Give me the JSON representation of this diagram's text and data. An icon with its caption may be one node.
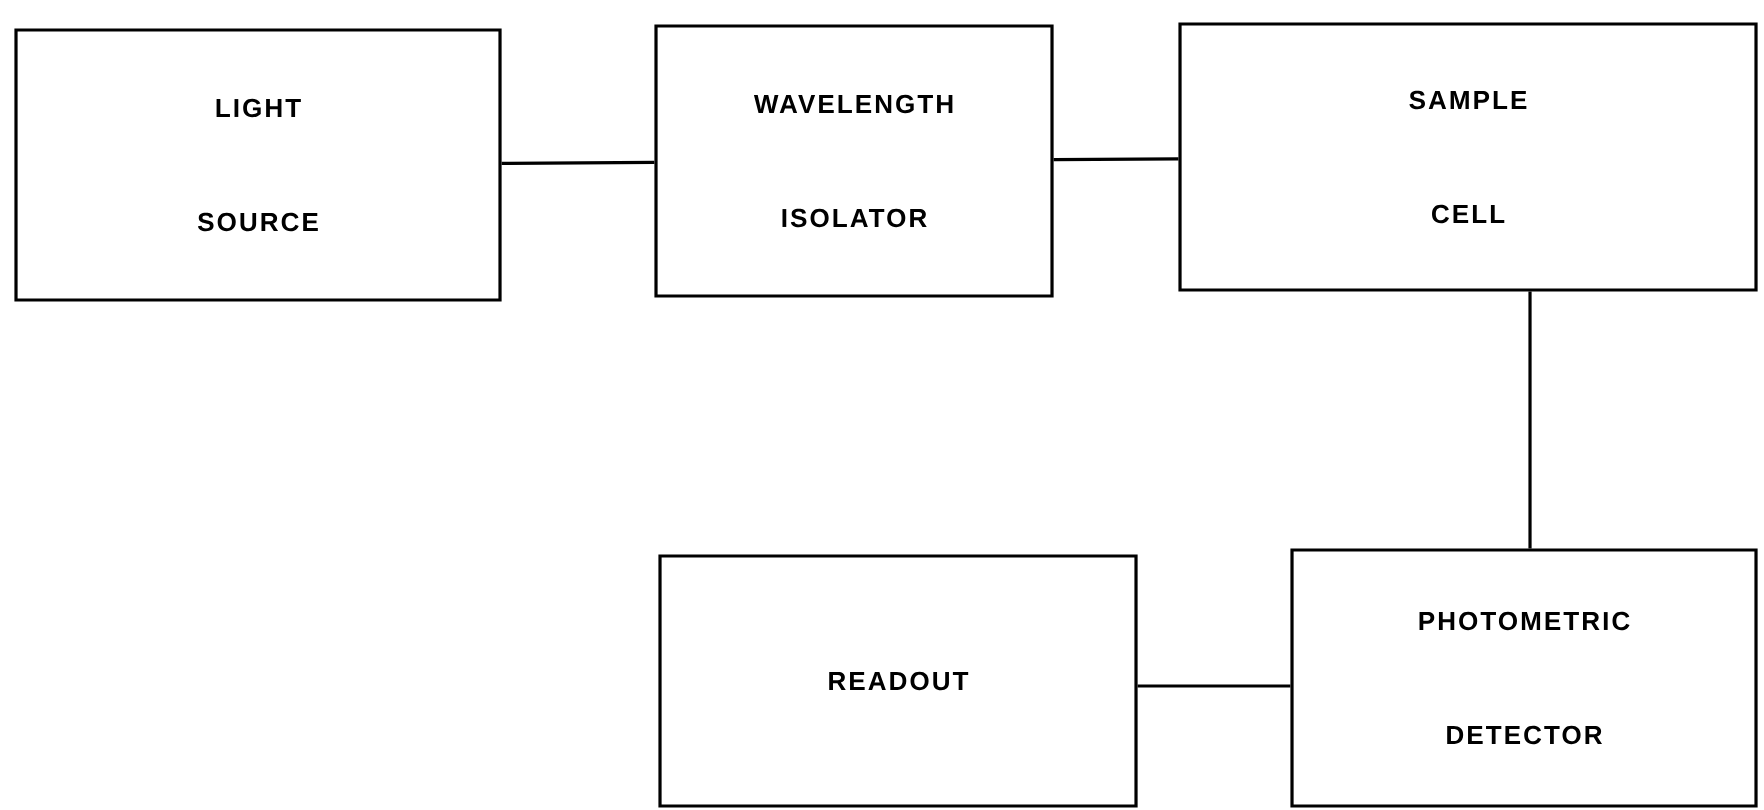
{
  "diagram": {
    "nodes": [
      {
        "text": [
          "LIGHT SOURCE"
        ]
      },
      {
        "text": [
          "WAVELENGTH ISOLATOR"
        ]
      },
      {
        "text": [
          "SAMPLE CELL"
        ]
      },
      {
        "text": [
          "READOUT"
        ]
      },
      {
        "text": [
          "PHOTOMETRIC DETECTOR"
        ]
      }
    ],
    "edges": [
      {
        "from": 0,
        "to": 1,
        "arrow": "none"
      },
      {
        "from": 1,
        "to": 2,
        "arrow": "none"
      },
      {
        "from": 2,
        "to": 4,
        "arrow": "none"
      },
      {
        "from": 3,
        "to": 4,
        "arrow": "none"
      }
    ]
  }
}
